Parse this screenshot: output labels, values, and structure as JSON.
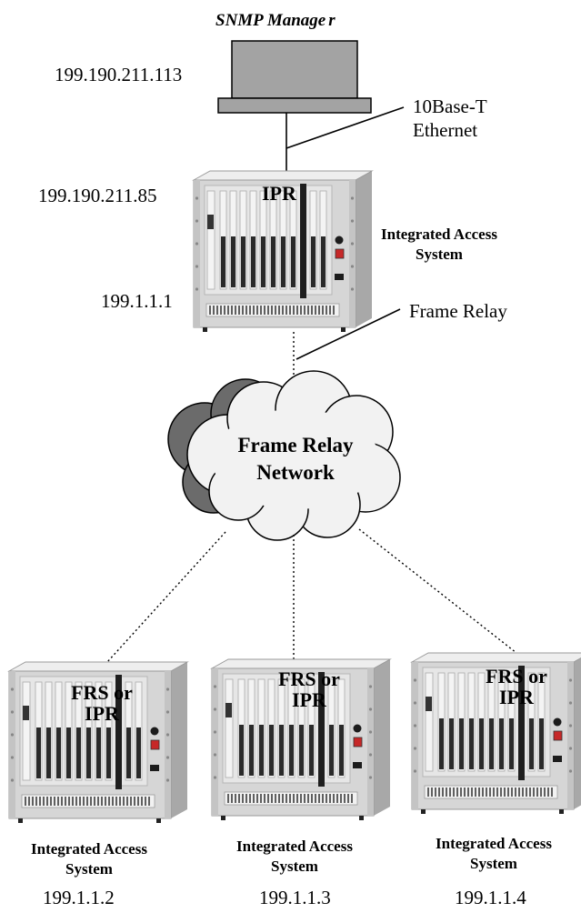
{
  "manager": {
    "title": "SNMP Manage",
    "title_r": "r",
    "ip": "199.190.211.113"
  },
  "ethernet": {
    "line1": "10Base-T",
    "line2": "Ethernet"
  },
  "top_system": {
    "ip_eth": "199.190.211.85",
    "ip_fr": "199.1.1.1",
    "card": "IPR",
    "name_line1": "Integrated Access",
    "name_line2": "System",
    "link_label": "Frame Relay"
  },
  "cloud": {
    "line1": "Frame Relay",
    "line2": "Network"
  },
  "remote_systems": [
    {
      "card_line1": "FRS or",
      "card_line2": "IPR",
      "name_line1": "Integrated Access",
      "name_line2": "System",
      "ip": "199.1.1.2"
    },
    {
      "card_line1": "FRS or",
      "card_line2": "IPR",
      "name_line1": "Integrated Access",
      "name_line2": "System",
      "ip": "199.1.1.3"
    },
    {
      "card_line1": "FRS or",
      "card_line2": "IPR",
      "name_line1": "Integrated Access",
      "name_line2": "System",
      "ip": "199.1.1.4"
    }
  ],
  "colors": {
    "chassis": "#d6d6d6",
    "chassis_edge": "#9a9a9a",
    "dark_card": "#1e1e1e",
    "cloud_shadow": "#6b6b6b",
    "led": "#c62828"
  }
}
